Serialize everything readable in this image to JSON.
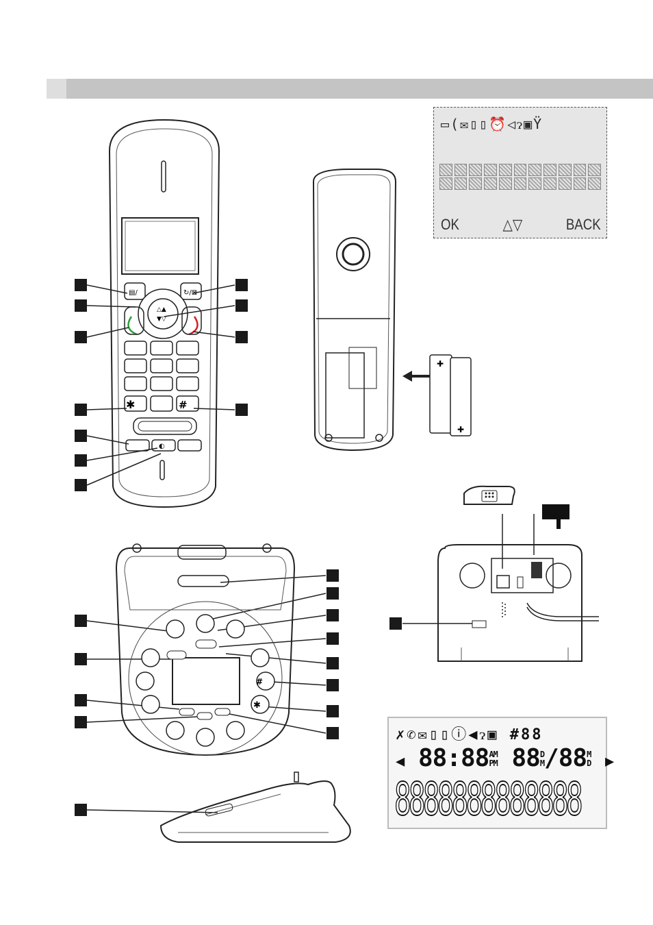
{
  "display_top": {
    "icons": [
      "battery-icon",
      "call-icon",
      "message-icon",
      "memo-icon",
      "phonebook-icon",
      "alarm-icon",
      "speaker-icon",
      "handset-icon",
      "voicemail-icon",
      "antenna-icon"
    ],
    "icon_glyphs": "▭(✉▯▯⏰◁ɂ▣Ÿ",
    "segment_rows": 2,
    "segments_per_row": 11,
    "softkey_left": "OK",
    "softkey_mid": "△▽",
    "softkey_right": "BACK"
  },
  "display_bottom": {
    "icon_glyphs": "✗✆✉▯▯ⓘ◀ɂ▣",
    "counter": "#88",
    "left_arrow": "◀",
    "time": "88:88",
    "am": "AM",
    "pm": "PM",
    "day_month": "88",
    "d_top": "D",
    "m_bottom": "M",
    "slash": "/",
    "month_day": "88",
    "m_top": "M",
    "d_bottom": "D",
    "right_arrow": "▶",
    "digits": "8888888888888"
  },
  "colors": {
    "header_bar": "#c4c4c4",
    "call_key": "#2e9e3a",
    "end_key": "#d32020",
    "callout": "#1a1a1a"
  }
}
